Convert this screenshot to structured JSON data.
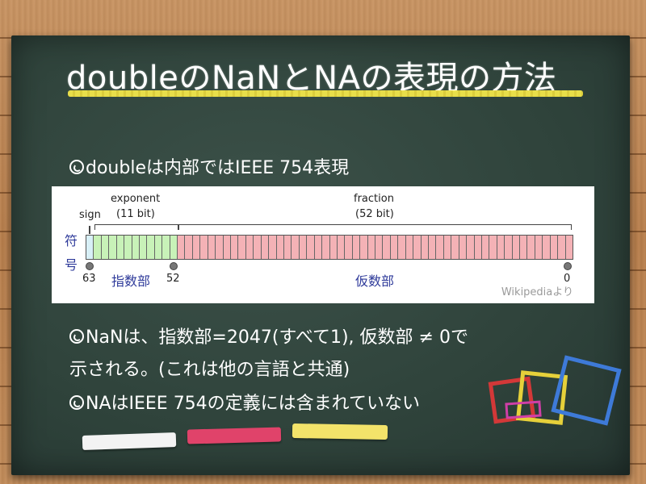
{
  "slide": {
    "title": "doubleのNaNとNAの表現の方法",
    "bullets": [
      {
        "text": "doubleは内部ではIEEE 754表現"
      },
      {
        "text": "NaNは、指数部=2047(すべて1), 仮数部 ≠ 0で"
      },
      {
        "text": "示される。(これは他の言語と共通)"
      },
      {
        "text": "NAはIEEE 754の定義には含まれていない"
      }
    ]
  },
  "figure": {
    "sign_label": "sign",
    "exponent_label": "exponent",
    "exponent_bits": "(11 bit)",
    "fraction_label": "fraction",
    "fraction_bits": "(52 bit)",
    "jp_sign_1": "符",
    "jp_sign_2": "号",
    "jp_exponent": "指数部",
    "jp_fraction": "仮数部",
    "bit_63": "63",
    "bit_52": "52",
    "bit_0": "0",
    "source": "Wikipediaより",
    "colors": {
      "sign": "#d8f0f7",
      "exponent": "#c8f2b8",
      "fraction": "#f4b2b6"
    }
  },
  "colors": {
    "board": "#2f433b",
    "underline": "#f2e64a",
    "chalk_white": "#f3f3f3",
    "chalk_pink": "#e0436a",
    "chalk_yellow": "#f3e36a"
  }
}
